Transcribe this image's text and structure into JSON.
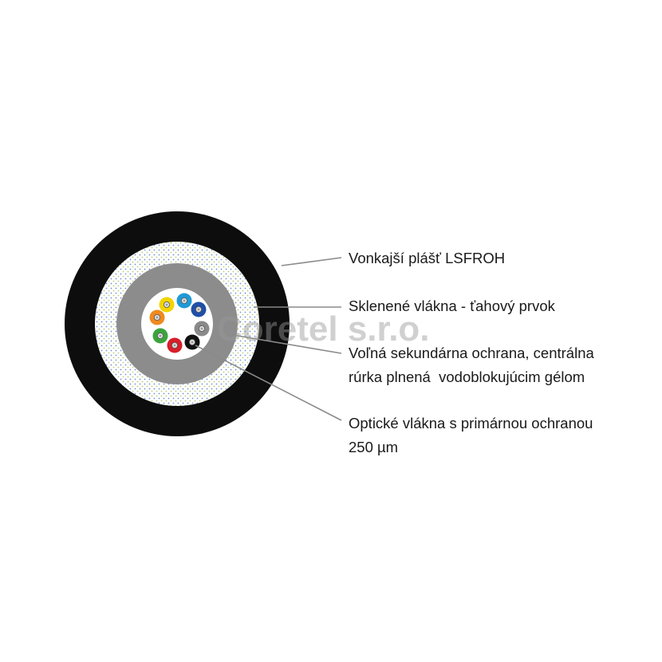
{
  "labels": {
    "outer_jacket": "Vonkajší plášť LSFROH",
    "glass_yarn": "Sklenené vlákna - ťahový prvok",
    "loose_tube_line1": "Voľná sekundárna ochrana, centrálna",
    "loose_tube_line2": "rúrka plnená  vodoblokujúcim gélom",
    "fibers_line1": "Optické vlákna s primárnou ochranou",
    "fibers_line2": "250 µm"
  },
  "watermark": "Coretel s.r.o.",
  "colors": {
    "jacket": "#0d0d0d",
    "tube": "#8c8c8c",
    "leader": "#8a8a8a"
  },
  "fibers": [
    {
      "name": "yellow",
      "color": "#f2d400"
    },
    {
      "name": "blue",
      "color": "#1e9ad6"
    },
    {
      "name": "dark-blue",
      "color": "#1f4fa8"
    },
    {
      "name": "gray",
      "color": "#8a8a8a"
    },
    {
      "name": "black",
      "color": "#111111"
    },
    {
      "name": "red",
      "color": "#d81e2a"
    },
    {
      "name": "green",
      "color": "#3aa53a"
    },
    {
      "name": "orange",
      "color": "#ef8a1e"
    }
  ]
}
